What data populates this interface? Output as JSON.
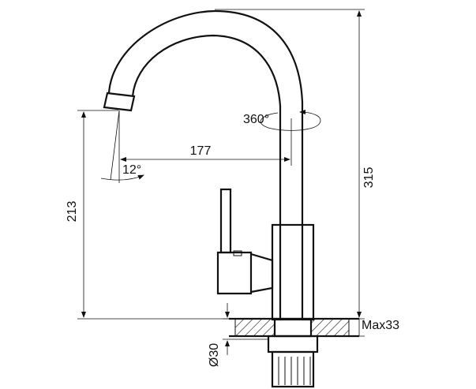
{
  "dimensions": {
    "height_total": "315",
    "height_spout": "213",
    "reach": "177",
    "swivel": "360°",
    "aerator_angle": "12°",
    "max_counter": "Max33",
    "hole_diameter": "Ø30"
  },
  "colors": {
    "line": "#111111",
    "background": "#ffffff"
  }
}
